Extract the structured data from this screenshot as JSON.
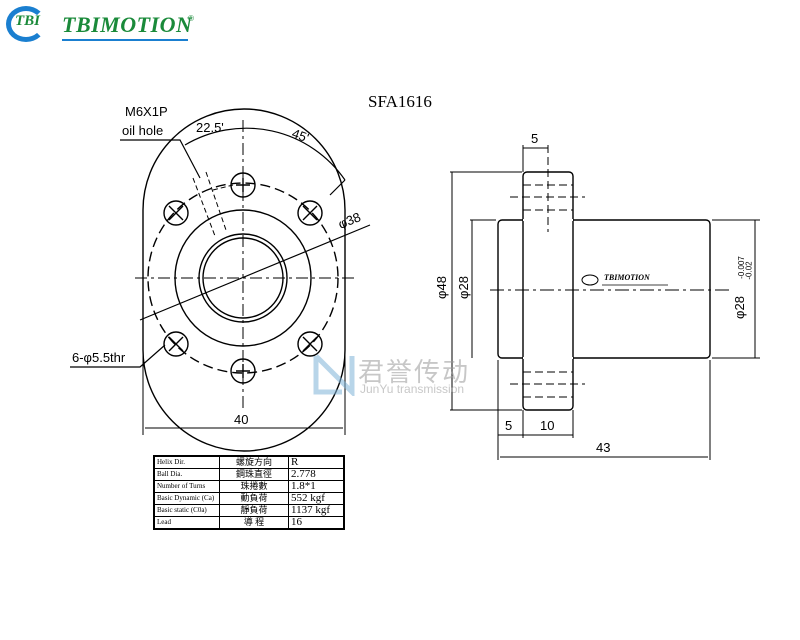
{
  "logo": {
    "mark_text": "TBI",
    "brand_name": "TBIMOTION",
    "registered": "®",
    "colors": {
      "green": "#1a8a3a",
      "blue": "#1a7fd0"
    }
  },
  "title": "SFA1616",
  "front_view": {
    "oil_hole_label_line1": "M6X1P",
    "oil_hole_label_line2": "oil hole",
    "angle_oil": "22.5'",
    "angle_holes": "45'",
    "pcd_label": "φ38",
    "holes_label": "6-φ5.5thr",
    "width_label": "40"
  },
  "side_view": {
    "flange_offset_top": "5",
    "flange_dia_label": "φ48",
    "body_dia_label": "φ28",
    "tolerance_label": "φ28",
    "tolerance_upper": "-0.007",
    "tolerance_lower": "-0.02",
    "left_offset": "5",
    "flange_thickness": "10",
    "total_length": "43",
    "engraved_brand": "TBIMOTION"
  },
  "watermark": {
    "cn": "君誉传动",
    "en": "JunYu transmission"
  },
  "spec_table": {
    "rows": [
      {
        "en": "Helix  Dir.",
        "cn": "螺旋方向",
        "value": "R"
      },
      {
        "en": "Ball Dia.",
        "cn": "鋼珠直徑",
        "value": "2.778"
      },
      {
        "en": "Number of Turns",
        "cn": "珠捲數",
        "value": "1.8*1"
      },
      {
        "en": "Basic Dynamic (Ca)",
        "cn": "動負荷",
        "value": "552  kgf"
      },
      {
        "en": "Basic static (C0a)",
        "cn": "靜負荷",
        "value": "1137 kgf"
      },
      {
        "en": "Lead",
        "cn": "導  程",
        "value": "16"
      }
    ]
  }
}
